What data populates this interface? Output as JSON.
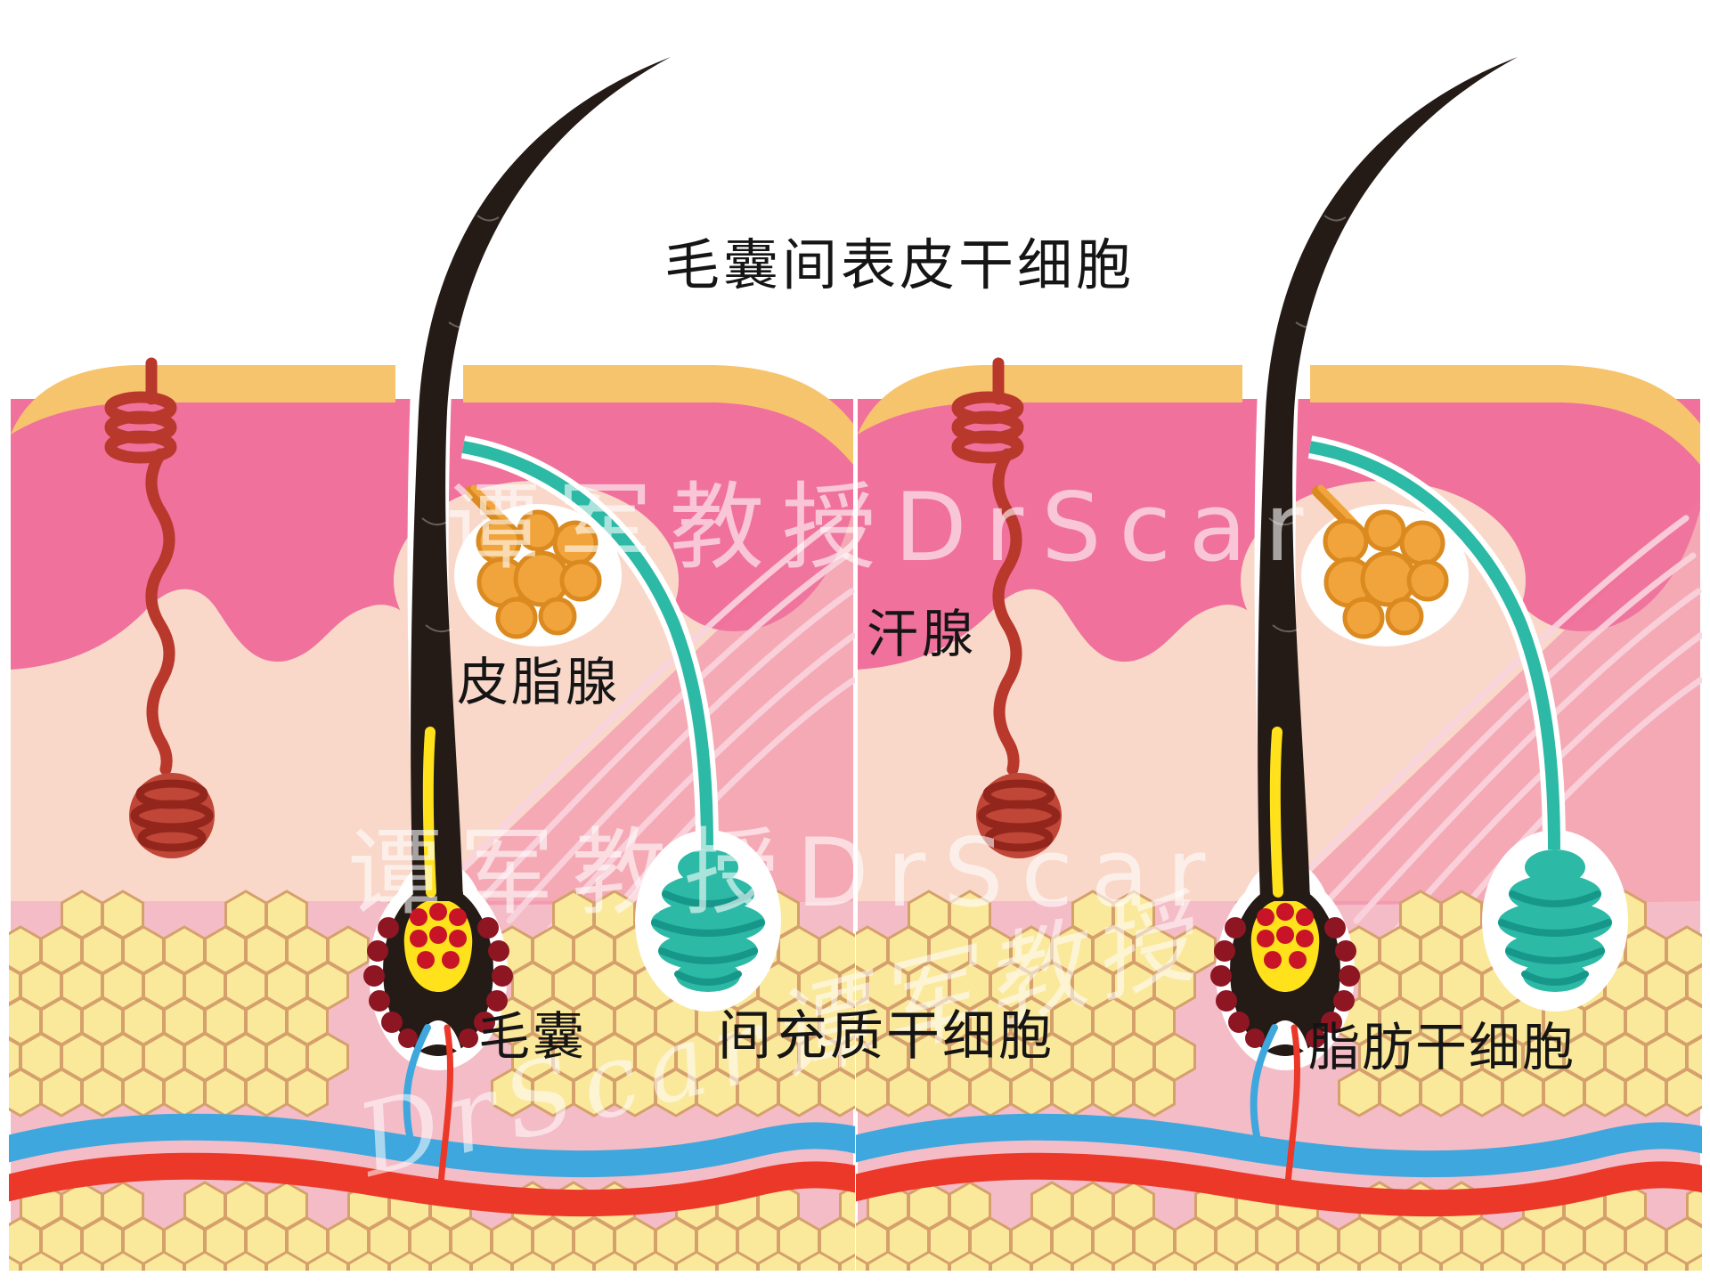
{
  "labels": {
    "interfollicular": "毛囊间表皮干细胞",
    "sebaceous": "皮脂腺",
    "sweat": "汗腺",
    "follicle": "毛囊",
    "mesenchymal": "间充质干细胞",
    "adipose": "脂肪干细胞"
  },
  "watermarks": {
    "row1": "谭军教授DrScar",
    "row2": "谭军教授DrScar",
    "row3": "DrScar谭军教授"
  },
  "colors": {
    "bg": "#ffffff",
    "cream": "#F6C46D",
    "epidermis": "#F0719C",
    "dermis": "#F9D8CA",
    "dermisDeep": "#EF7AA0",
    "striae": "#FAD4DE",
    "pinkBase": "#F4BCC6",
    "hair": "#241A16",
    "follicleYellow": "#FFE11C",
    "dotRed": "#C81426",
    "dotMaroon": "#8E1623",
    "sebFill": "#F2A43C",
    "sebStroke": "#DA8A1F",
    "sweatRed": "#B8382B",
    "sweatRedFill": "#C04637",
    "sweatRedDark": "#93261C",
    "teal": "#2CB9A6",
    "tealDark": "#17978A",
    "fatFill": "#FAE89B",
    "fatStroke": "#D5A06B",
    "vein": "#3EA7DD",
    "artery": "#EB3828",
    "label": "#151515"
  }
}
